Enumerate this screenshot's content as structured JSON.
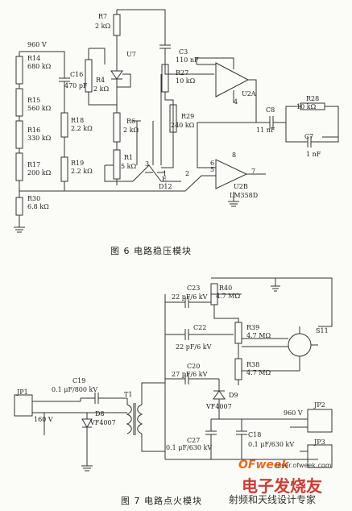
{
  "figure6": {
    "caption": "图 6   电路稳压模块",
    "labels": {
      "v960": "960 V",
      "r14": "R14",
      "r14v": "680 kΩ",
      "r15": "R15",
      "r15v": "560 kΩ",
      "r16": "R16",
      "r16v": "330 kΩ",
      "r17": "R17",
      "r17v": "200 kΩ",
      "r30": "R30",
      "r30v": "6.8 kΩ",
      "c16": "C16",
      "c16v": "470 pF",
      "r18": "R18",
      "r18v": "2.2 kΩ",
      "r19": "R19",
      "r19v": "2.2 kΩ",
      "r7": "R7",
      "r7v": "2 kΩ",
      "u7": "U7",
      "r4": "R4",
      "r4v": "2 kΩ",
      "r6": "R6",
      "r6v": "2 kΩ",
      "r1": "R1",
      "r1v": "5 kΩ",
      "c3": "C3",
      "c3v": "110 nF",
      "r27": "R27",
      "r27v": "10 kΩ",
      "r29": "R29",
      "r29v": "240 kΩ",
      "u2a": "U2A",
      "u2b": "U2B",
      "lm": "LM358D",
      "c8": "C8",
      "c8v": "11 nF",
      "r28": "R28",
      "r28v": "10 kΩ",
      "c7": "C7",
      "c7v": "1 nF",
      "d12": "D12",
      "e": "E",
      "p3": "3",
      "p1": "1",
      "p2": "2",
      "p5": "5",
      "p6": "6",
      "p7": "7",
      "p8": "8",
      "p4": "4"
    }
  },
  "figure7": {
    "caption": "图 7   电路点火模块",
    "labels": {
      "jp1": "JP1",
      "jp2": "JP2",
      "jp3": "JP3",
      "v160": "160 V",
      "v960": "960 V",
      "c19": "C19",
      "c19v": "0.1 μF/800 kV",
      "d8": "D8",
      "d8v": "VF4007",
      "d9": "D9",
      "d9v": "VF4007",
      "t1": "T1",
      "c23": "C23",
      "c23v": "22 pF/6 kV",
      "c22": "C22",
      "c22v": "22 pF/6 kV",
      "c20": "C20",
      "c20v": "27 pF/6 kV",
      "r40": "R40",
      "r40v": "4.7 MΩ",
      "r39": "R39",
      "r39v": "4.7 MΩ",
      "r38": "R38",
      "r38v": "4.7 MΩ",
      "c27": "C27",
      "c27v": "0.1 μF/630 kV",
      "c18": "C18",
      "c18v": "0.1 μF/630 kV",
      "s11": "S11"
    }
  },
  "watermark": {
    "brand": "OFweek",
    "site": "laser.ofweek.com",
    "title": "电子发烧友",
    "subtitle": "射频和天线设计专家"
  }
}
